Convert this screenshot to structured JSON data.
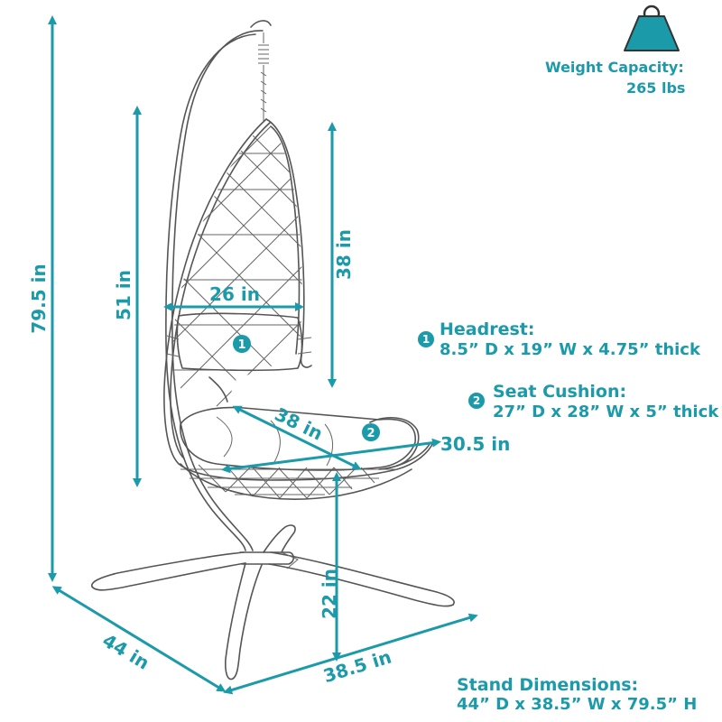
{
  "colors": {
    "accent": "#1B9AAA",
    "line_art": "#555555"
  },
  "weight": {
    "icon": "weight-icon",
    "label": "Weight Capacity:",
    "value": "265 lbs"
  },
  "dimensions": {
    "total_height": "79.5 in",
    "chair_height": "51 in",
    "back_height": "38 in",
    "back_width": "26 in",
    "seat_depth": "38 in",
    "seat_width": "30.5 in",
    "seat_floor_height": "22 in",
    "stand_depth": "44 in",
    "stand_width": "38.5 in"
  },
  "callouts": {
    "headrest": {
      "number": "1",
      "title": "Headrest:",
      "spec": "8.5” D x 19” W x 4.75” thick"
    },
    "seat_cushion": {
      "number": "2",
      "title": "Seat Cushion:",
      "spec": "27” D x 28” W x 5” thick"
    }
  },
  "stand": {
    "title": "Stand Dimensions:",
    "spec": "44” D x 38.5” W x 79.5” H"
  }
}
